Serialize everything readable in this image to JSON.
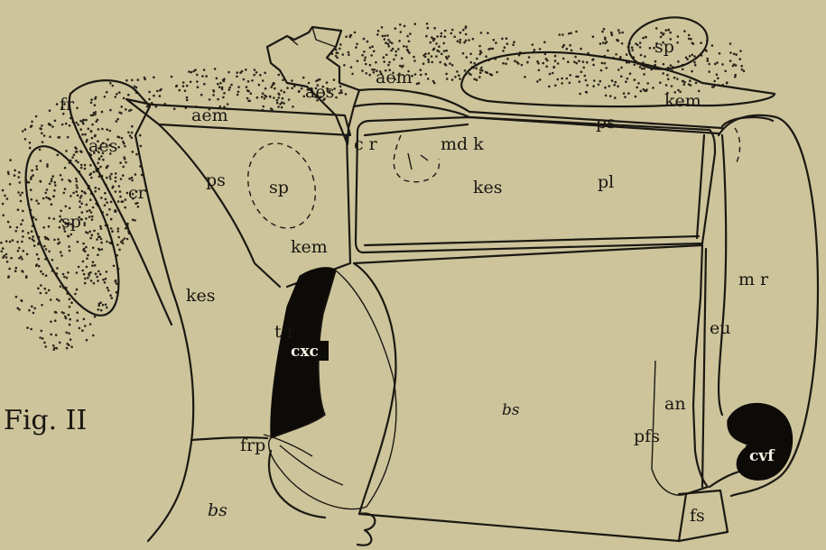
{
  "figure": {
    "caption": "Fig. II",
    "labels": {
      "sp_top": "sp",
      "aem_top": "aem",
      "aes_top": "aes",
      "kem_top": "kem",
      "ps_right": "ps",
      "mdk": "md k",
      "cr_mid": "c r",
      "kes_right": "kes",
      "pl": "pl",
      "fr": "fr",
      "aes_left": "aes",
      "aem_left": "aem",
      "cr_left": "cr",
      "ps_left": "ps",
      "sp_mid": "sp",
      "sp_left": "sp",
      "kem_mid": "kem",
      "kes_left": "kes",
      "tr": "t r",
      "cxc": "cxc",
      "frp": "frp",
      "bs_center": "bs",
      "bs_bottom": "bs",
      "an": "an",
      "pfs": "pfs",
      "fs": "fs",
      "mr": "m r",
      "eu": "eu",
      "cvf": "cvf"
    }
  }
}
